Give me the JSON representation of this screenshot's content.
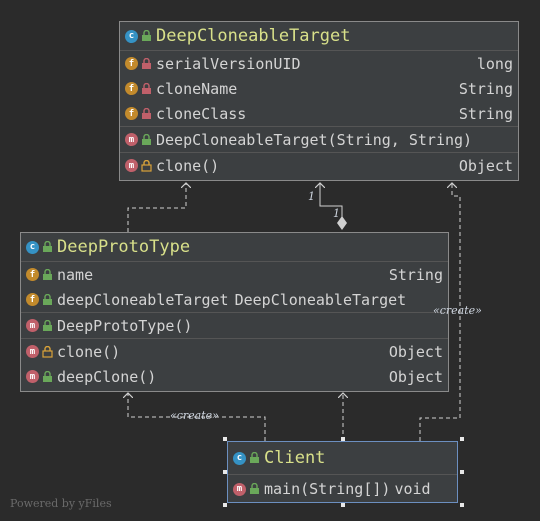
{
  "classes": {
    "target": {
      "name": "DeepCloneableTarget",
      "fields": [
        {
          "name": "serialVersionUID",
          "type": "long",
          "icon": "static-final-field-icon"
        },
        {
          "name": "cloneName",
          "type": "String",
          "icon": "field-icon"
        },
        {
          "name": "cloneClass",
          "type": "String",
          "icon": "field-icon"
        }
      ],
      "constructors": [
        {
          "name": "DeepCloneableTarget(String, String)",
          "type": ""
        }
      ],
      "methods": [
        {
          "name": "clone()",
          "type": "Object"
        }
      ]
    },
    "proto": {
      "name": "DeepProtoType",
      "fields": [
        {
          "name": "name",
          "type": "String"
        },
        {
          "name": "deepCloneableTarget",
          "type": "DeepCloneableTarget"
        }
      ],
      "constructors": [
        {
          "name": "DeepProtoType()",
          "type": ""
        }
      ],
      "methods": [
        {
          "name": "clone()",
          "type": "Object"
        },
        {
          "name": "deepClone()",
          "type": "Object"
        }
      ]
    },
    "client": {
      "name": "Client",
      "methods": [
        {
          "name": "main(String[])",
          "type": "void"
        }
      ]
    }
  },
  "labels": {
    "create_right": "«create»",
    "create_left": "«create»",
    "mult_one_a": "1",
    "mult_one_b": "1"
  },
  "watermark": "Powered by yFiles",
  "colors": {
    "background": "#2b2b2b",
    "node_fill": "#3c3f41",
    "title": "#d8e08a",
    "class_badge": "#3592c4",
    "field_badge": "#c28a2c",
    "method_badge": "#c0606a"
  }
}
